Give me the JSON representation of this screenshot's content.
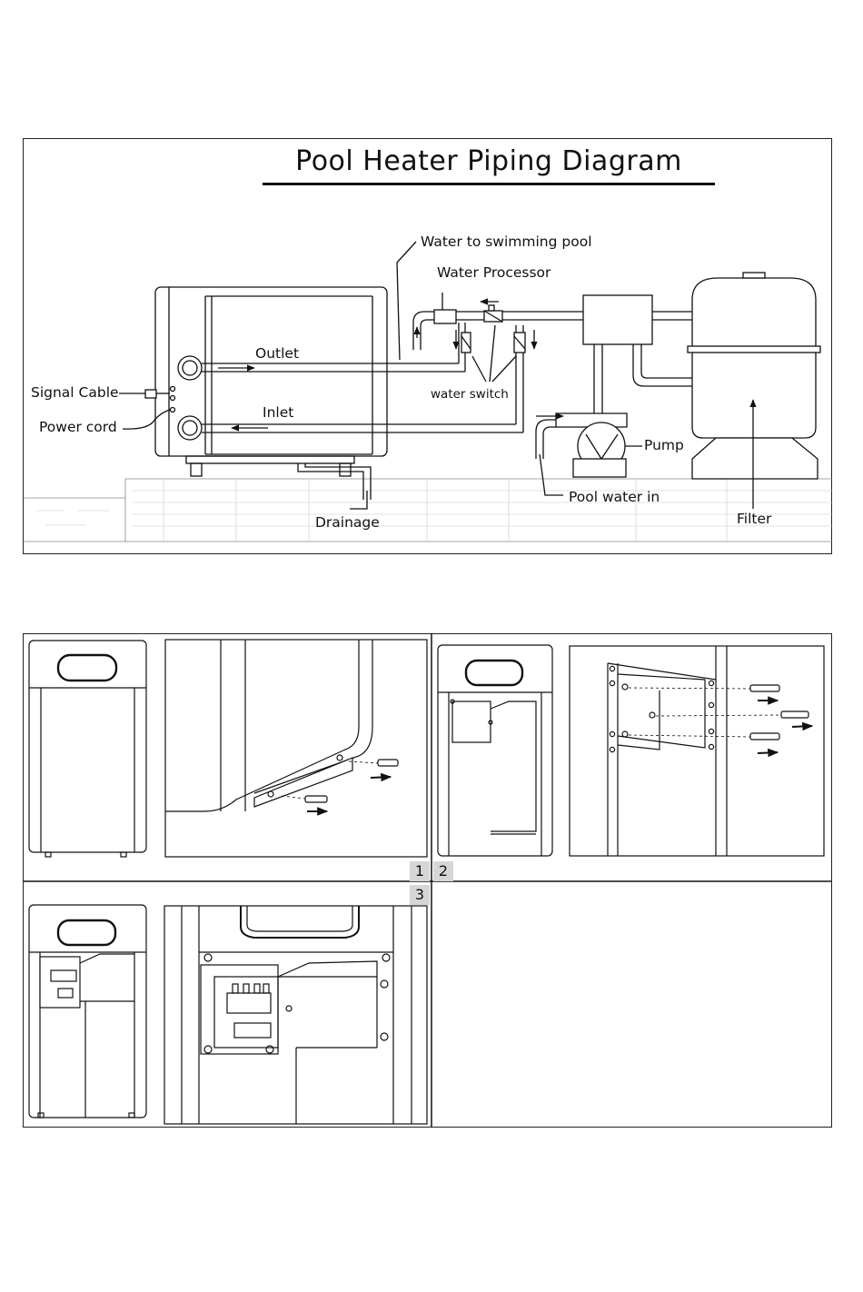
{
  "piping_diagram": {
    "title": "Pool Heater Piping Diagram",
    "labels": {
      "water_to_pool": "Water to swimming pool",
      "water_processor": "Water Processor",
      "outlet": "Outlet",
      "inlet": "Inlet",
      "signal_cable": "Signal Cable",
      "power_cord": "Power cord",
      "water_switch": "water switch",
      "pump": "Pump",
      "pool_water_in": "Pool water in",
      "drainage": "Drainage",
      "filter": "Filter"
    }
  },
  "installation_steps": [
    {
      "number": "1"
    },
    {
      "number": "2"
    },
    {
      "number": "3"
    }
  ]
}
